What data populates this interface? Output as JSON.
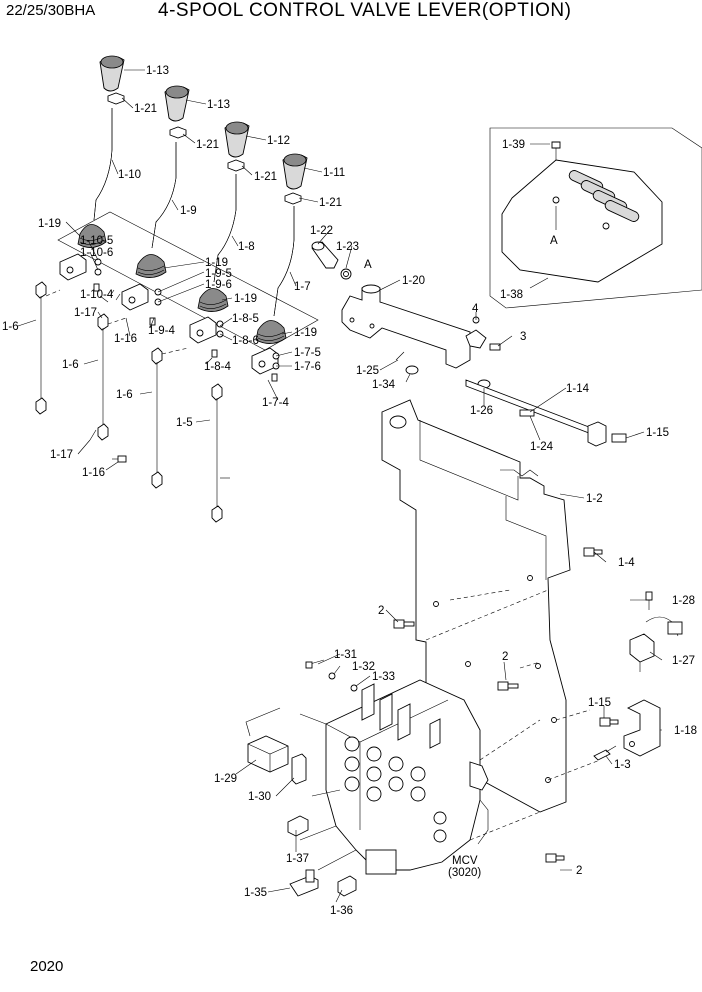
{
  "header": {
    "model": "22/25/30BHA",
    "title": "4-SPOOL CONTROL VALVE LEVER(OPTION)"
  },
  "page_number": "2020",
  "callouts": {
    "c1_13a": "1-13",
    "c1_13b": "1-13",
    "c1_12": "1-12",
    "c1_11": "1-11",
    "c1_21a": "1-21",
    "c1_21b": "1-21",
    "c1_21c": "1-21",
    "c1_21d": "1-21",
    "c1_10": "1-10",
    "c1_9": "1-9",
    "c1_8": "1-8",
    "c1_7": "1-7",
    "c1_19a": "1-19",
    "c1_19b": "1-19",
    "c1_19c": "1-19",
    "c1_19d": "1-19",
    "c1_10_5": "1-10-5",
    "c1_10_6": "1-10-6",
    "c1_10_4": "1-10-4",
    "c1_9_5": "1-9-5",
    "c1_9_6": "1-9-6",
    "c1_9_4": "1-9-4",
    "c1_8_5": "1-8-5",
    "c1_8_6": "1-8-6",
    "c1_8_4": "1-8-4",
    "c1_7_5": "1-7-5",
    "c1_7_6": "1-7-6",
    "c1_7_4": "1-7-4",
    "c1_6a": "1-6",
    "c1_6b": "1-6",
    "c1_6c": "1-6",
    "c1_5": "1-5",
    "c1_17a": "1-17",
    "c1_17b": "1-17",
    "c1_16a": "1-16",
    "c1_16b": "1-16",
    "c1_22": "1-22",
    "c1_23": "1-23",
    "cA1": "A",
    "c1_20": "1-20",
    "c4": "4",
    "c3": "3",
    "c1_25": "1-25",
    "c1_34": "1-34",
    "c1_26": "1-26",
    "c1_14": "1-14",
    "c1_24": "1-24",
    "c1_15a": "1-15",
    "c1_2": "1-2",
    "c1_4": "1-4",
    "c2a": "2",
    "c2b": "2",
    "c2c": "2",
    "c1_28": "1-28",
    "c1_27": "1-27",
    "c1_15b": "1-15",
    "c1_18": "1-18",
    "c1_3": "1-3",
    "c1_31": "1-31",
    "c1_32": "1-32",
    "c1_33": "1-33",
    "c1_29": "1-29",
    "c1_30": "1-30",
    "c1_37": "1-37",
    "c1_35": "1-35",
    "c1_36": "1-36",
    "cMCV": "MCV",
    "cMCVno": "(3020)",
    "c1_39": "1-39",
    "cA2": "A",
    "c1_38": "1-38"
  }
}
